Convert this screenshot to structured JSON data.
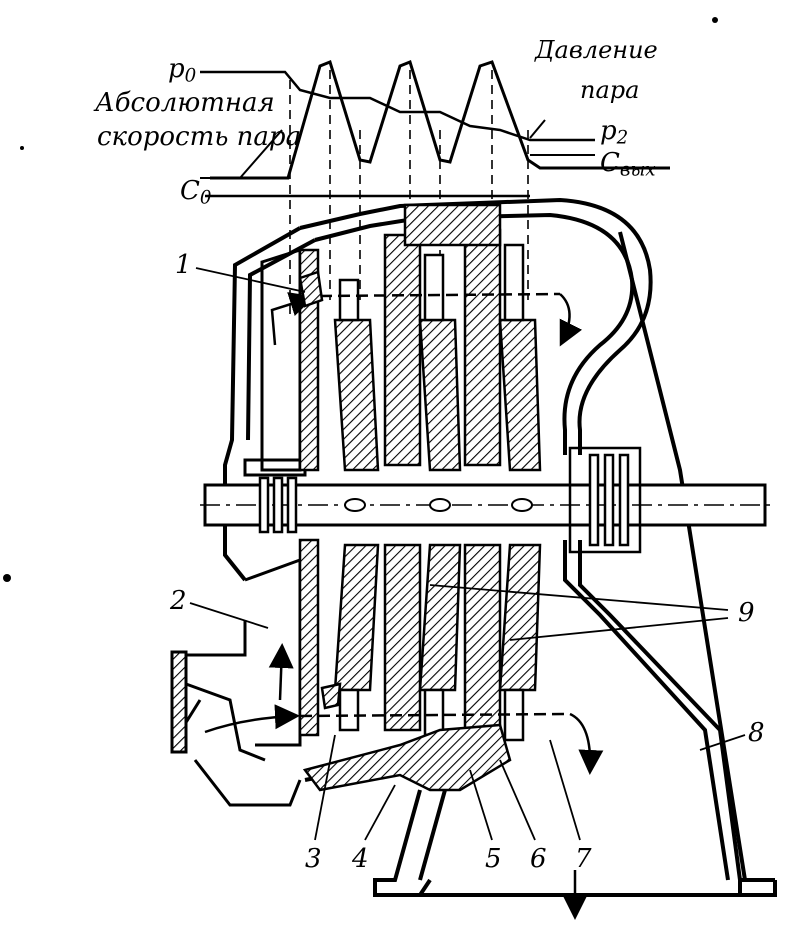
{
  "figure": {
    "labels": {
      "p0_symbol": "p",
      "p0_sub": "0",
      "abs_speed_line1": "Абсолютная",
      "abs_speed_line2": "скорость пара",
      "c0_symbol": "C",
      "c0_sub": "0",
      "pressure_line1": "Давление",
      "pressure_line2": "пара",
      "p2_symbol": "p",
      "p2_sub": "2",
      "cout_symbol": "C",
      "cout_sub": "вых"
    },
    "callouts": {
      "n1": "1",
      "n2": "2",
      "n3": "3",
      "n4": "4",
      "n5": "5",
      "n6": "6",
      "n7": "7",
      "n8": "8",
      "n9": "9"
    }
  }
}
